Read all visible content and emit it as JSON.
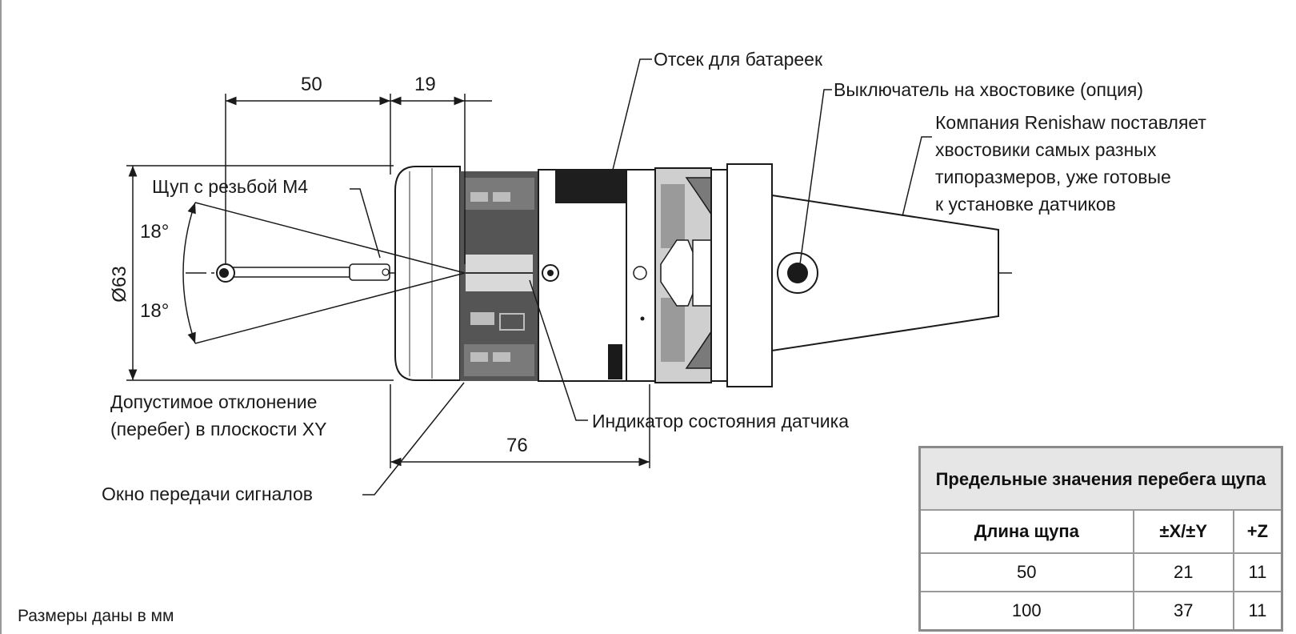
{
  "dimensions": {
    "stylus_reach": "50",
    "front_offset": "19",
    "body_length": "76",
    "diameter": "Ø63",
    "angle_upper": "18°",
    "angle_lower": "18°"
  },
  "callouts": {
    "battery": "Отсек для батареек",
    "shank_switch": "Выключатель на хвостовике (опция)",
    "renishaw_note": [
      "Компания Renishaw поставляет",
      "хвостовики самых разных",
      "типоразмеров, уже готовые",
      "к установке датчиков"
    ],
    "stylus_thread": "Щуп с резьбой М4",
    "overtravel": [
      "Допустимое отклонение",
      "(перебег) в плоскости XY"
    ],
    "status_indicator": "Индикатор состояния датчика",
    "signal_window": "Окно передачи сигналов"
  },
  "units_note": "Размеры даны в мм",
  "limits_table": {
    "title": "Предельные значения перебега щупа",
    "headers": [
      "Длина щупа",
      "±X/±Y",
      "+Z"
    ],
    "rows": [
      [
        "50",
        "21",
        "11"
      ],
      [
        "100",
        "37",
        "11"
      ]
    ]
  },
  "colors": {
    "line": "#1a1a1a",
    "body_dark": "#3a3a3a",
    "body_mid": "#6e6e6e",
    "body_light": "#d8d8d8",
    "table_header_bg": "#e6e6e6"
  }
}
